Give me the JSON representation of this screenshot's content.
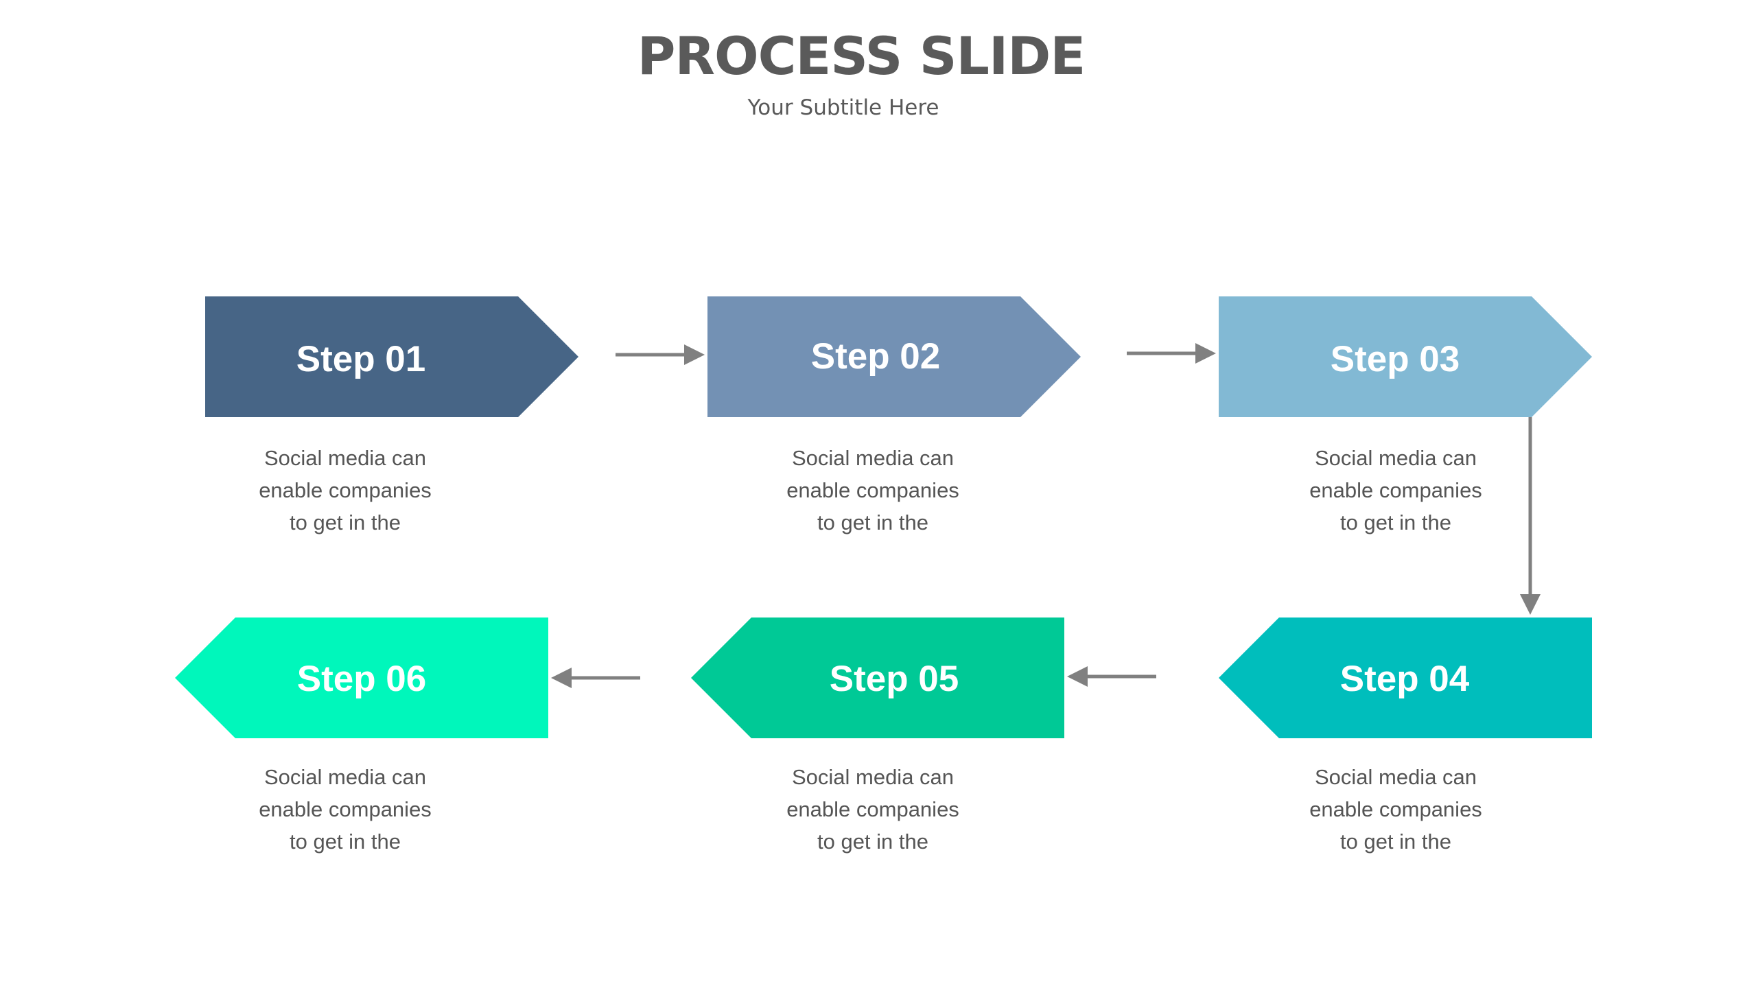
{
  "slide": {
    "title": "PROCESS SLIDE",
    "subtitle": "Your Subtitle  Here"
  },
  "colors": {
    "step_01": "#476586",
    "step_02": "#7391b4",
    "step_03": "#82b9d4",
    "step_04": "#00bebc",
    "step_05": "#00c996",
    "step_06": "#00f7bb",
    "connector": "#808080",
    "text": "#555555"
  },
  "steps": [
    {
      "label": "Step 01",
      "description": [
        "Social media can",
        "enable companies",
        "to get in the"
      ]
    },
    {
      "label": "Step 02",
      "description": [
        "Social media can",
        "enable companies",
        "to get in the"
      ]
    },
    {
      "label": "Step 03",
      "description": [
        "Social media can",
        "enable companies",
        "to get in the"
      ]
    },
    {
      "label": "Step 04",
      "description": [
        "Social media can",
        "enable companies",
        "to get in the"
      ]
    },
    {
      "label": "Step 05",
      "description": [
        "Social media can",
        "enable companies",
        "to get in the"
      ]
    },
    {
      "label": "Step 06",
      "description": [
        "Social media can",
        "enable companies",
        "to get in the"
      ]
    }
  ]
}
